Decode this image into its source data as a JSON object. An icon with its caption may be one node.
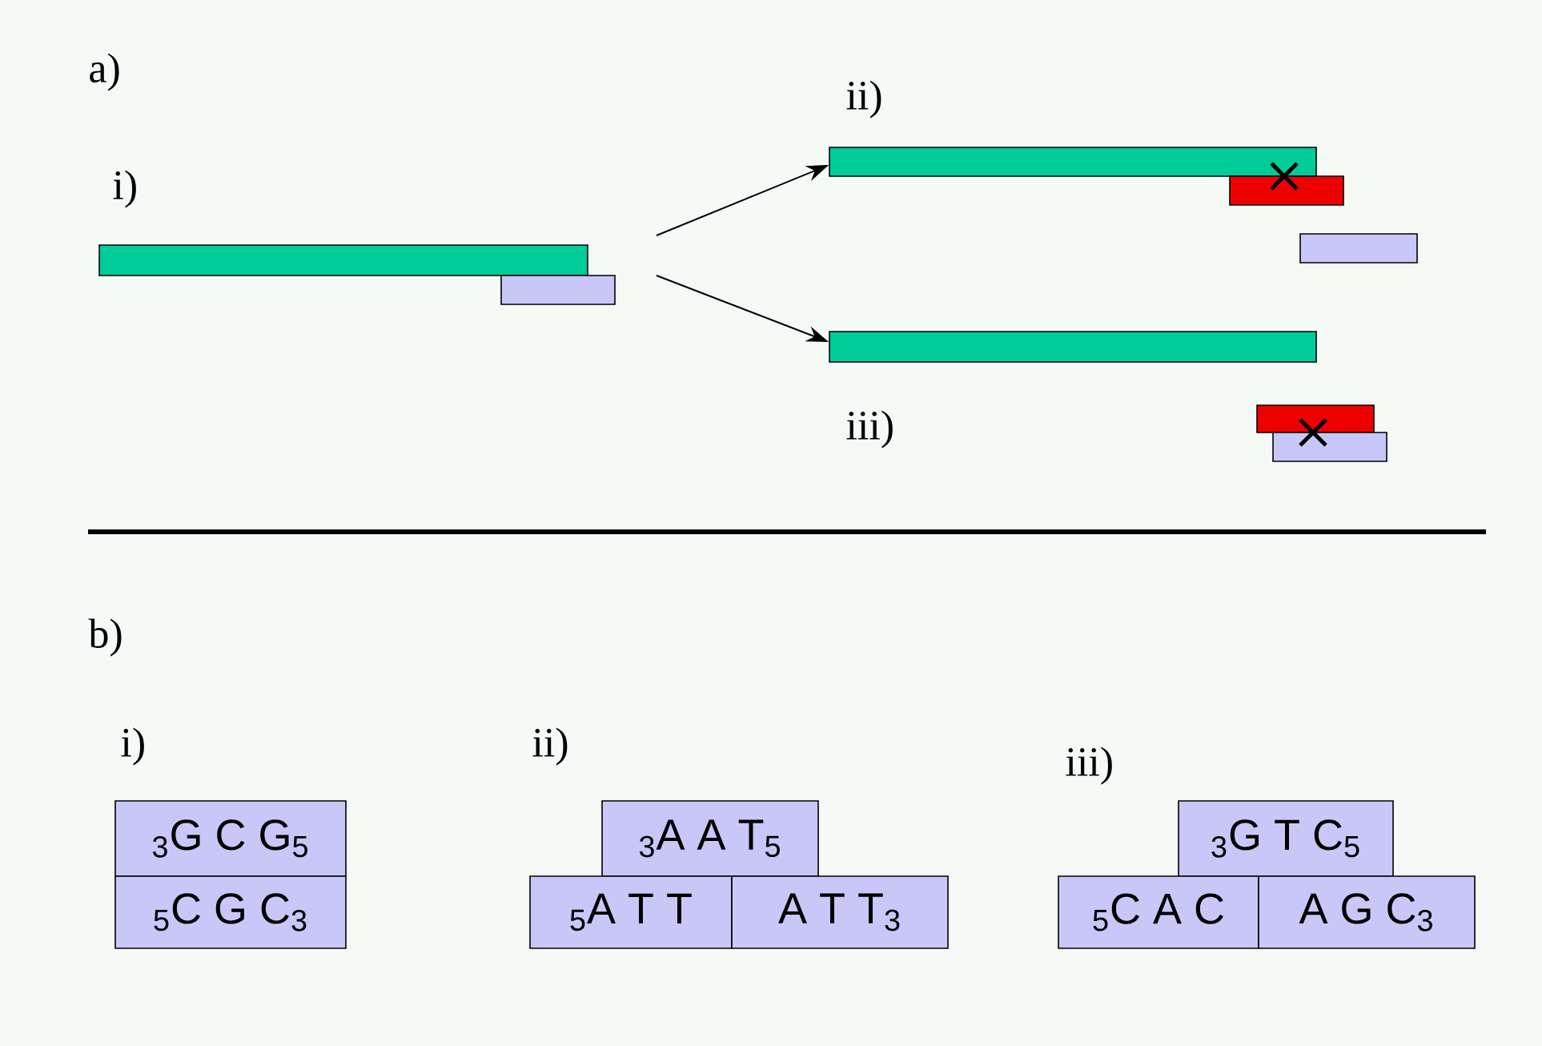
{
  "diagram": {
    "nodes": [
      {
        "text": [],
        "shape": "bar"
      },
      {
        "text": [],
        "shape": "bar"
      },
      {
        "text": [],
        "shape": "bar"
      },
      {
        "text": [],
        "shape": "bar"
      },
      {
        "text": [],
        "shape": "bar"
      },
      {
        "text": [],
        "shape": "bar"
      },
      {
        "text": [],
        "shape": "bar"
      },
      {
        "text": [],
        "shape": "bar"
      },
      {
        "text": [
          "$_{3}$G C G$_{5}$"
        ]
      },
      {
        "text": [
          "$_{5}$C G C$_{3}$"
        ]
      },
      {
        "text": [
          "$_{3}$A A T$_{5}$"
        ]
      },
      {
        "text": [
          "$_{5}$A T T"
        ]
      },
      {
        "text": [
          "A T T$_{3}$"
        ]
      },
      {
        "text": [
          "$_{3}$G T C$_{5}$"
        ]
      },
      {
        "text": [
          "$_{5}$C A C"
        ]
      },
      {
        "text": [
          "A G C$_{3}$"
        ]
      }
    ],
    "edges": [
      {
        "from": null,
        "to": 2,
        "arrow": "to"
      },
      {
        "from": null,
        "to": 5,
        "arrow": "to"
      }
    ],
    "labels": [
      "a)",
      "i)",
      "ii)",
      "iii)",
      "b)",
      "i)",
      "ii)",
      "iii)"
    ]
  }
}
